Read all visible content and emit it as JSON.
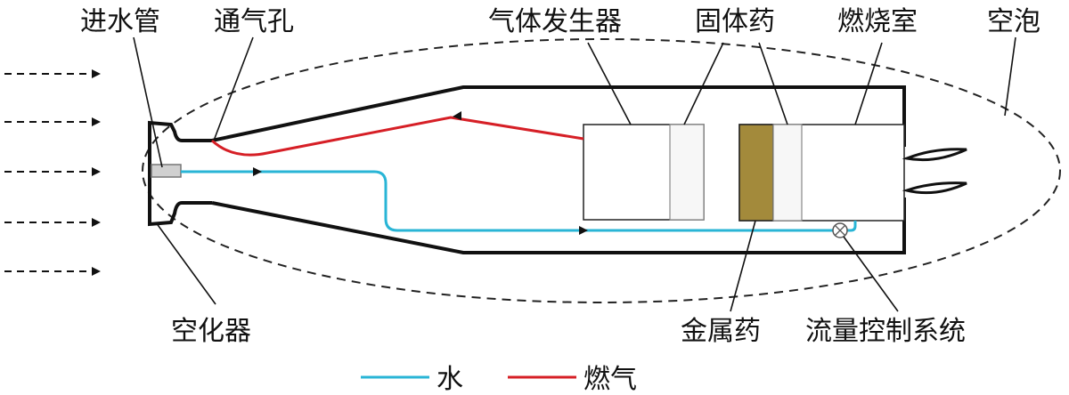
{
  "labels": {
    "inlet_pipe": "进水管",
    "vent_hole": "通气孔",
    "gas_generator": "气体发生器",
    "solid_propellant": "固体药",
    "combustion_chamber": "燃烧室",
    "cavity": "空泡",
    "atomizer": "空化器",
    "metal_propellant": "金属药",
    "flow_control_system": "流量控制系统"
  },
  "legend": {
    "water": "水",
    "gas": "燃气"
  },
  "colors": {
    "water": "#29b5d6",
    "gas": "#d61f26",
    "metal_propellant": "#a38a3b",
    "outline": "#111111"
  }
}
